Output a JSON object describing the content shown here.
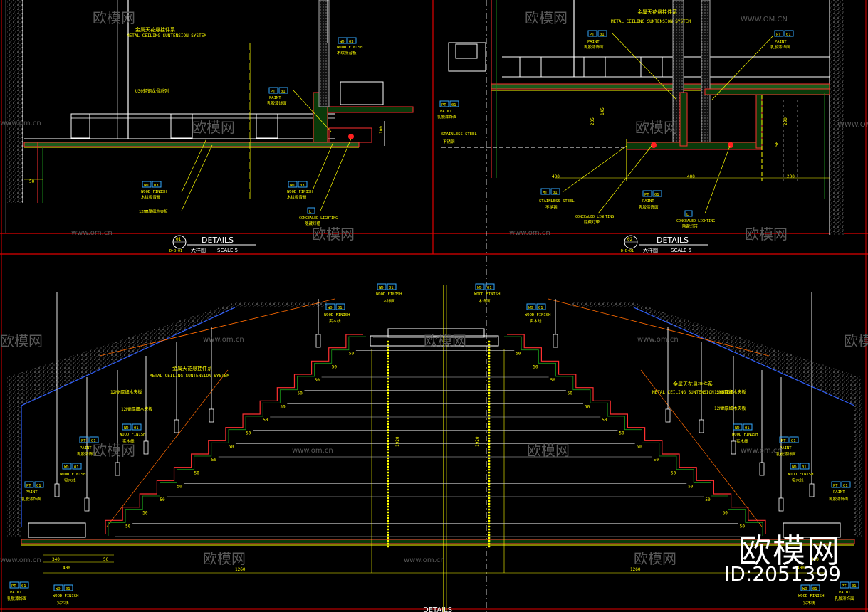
{
  "watermark": {
    "brand": "欧模网",
    "url": "WWW.OM.CN",
    "url_lower": "www.om.cn",
    "corner_brand": "欧模网",
    "id": "ID:2051399"
  },
  "detail_left": {
    "title_cn": "金属天花悬挂件系",
    "title_en": "METAL CEILING SUNTENSION SYSTEM",
    "u30": "U30轻钢龙骨系列",
    "dim_50": "50",
    "dim_100": "100",
    "tag_wd": "WD",
    "tag_03": "03",
    "tag_pt": "PT",
    "tag_01": "01",
    "wood_finish": "WOOD FINISH",
    "wood_cn": "木纹吸音板",
    "mdf_cn": "12MM厚细木夹板",
    "paint": "PAINT",
    "paint_cn": "乳胶漆饰面",
    "tag_l": "L",
    "concealed": "CONCEALED LIGHTING",
    "concealed_cn": "隐藏灯槽",
    "sect_no": "01",
    "sect_sub": "D-B-01",
    "details": "DETAILS",
    "sect_cn": "大样图",
    "scale": "SCALE 5"
  },
  "detail_right": {
    "title_cn": "金属天花悬挂件系",
    "title_en": "METAL CEILING SUNTENSION SYSTEM",
    "tag_pt": "PT",
    "tag_01": "01",
    "paint": "PAINT",
    "paint_cn": "乳胶漆饰面",
    "tag_mt": "MT",
    "tag_01b": "01",
    "stainless": "STAINLESS STEEL",
    "stainless_cn": "不锈钢",
    "dim_400": "400",
    "dim_205": "205",
    "dim_145": "145",
    "dim_200": "200",
    "dim_290": "290",
    "dim_50": "50",
    "concealed": "CONCEALED LIGHTING",
    "concealed_cn": "隐藏灯带",
    "tag_l": "L",
    "sect_no": "02",
    "sect_sub": "D-B-01",
    "details": "DETAILS",
    "sect_cn": "大样图",
    "scale": "SCALE 5"
  },
  "bottom": {
    "title_cn": "金属天花悬挂件系",
    "title_en": "METAL CEILING SUNTENSION SYSTEM",
    "mdf1": "12MM厚细木夹板",
    "mdf2": "12MM厚细木夹板",
    "wood_finish": "WOOD FINISH",
    "wood_cn": "木饰面",
    "solid_cn": "实木线",
    "paint": "PAINT",
    "paint_cn": "乳胶漆饰面",
    "tag_wd": "WD",
    "tag_01": "01",
    "tag_pt": "PT",
    "dim_50": "50",
    "dim_340": "340",
    "dim_400": "400",
    "dim_1260": "1260",
    "dim_1920": "1920",
    "dim_1920b": "1920",
    "details": "DETAILS"
  }
}
